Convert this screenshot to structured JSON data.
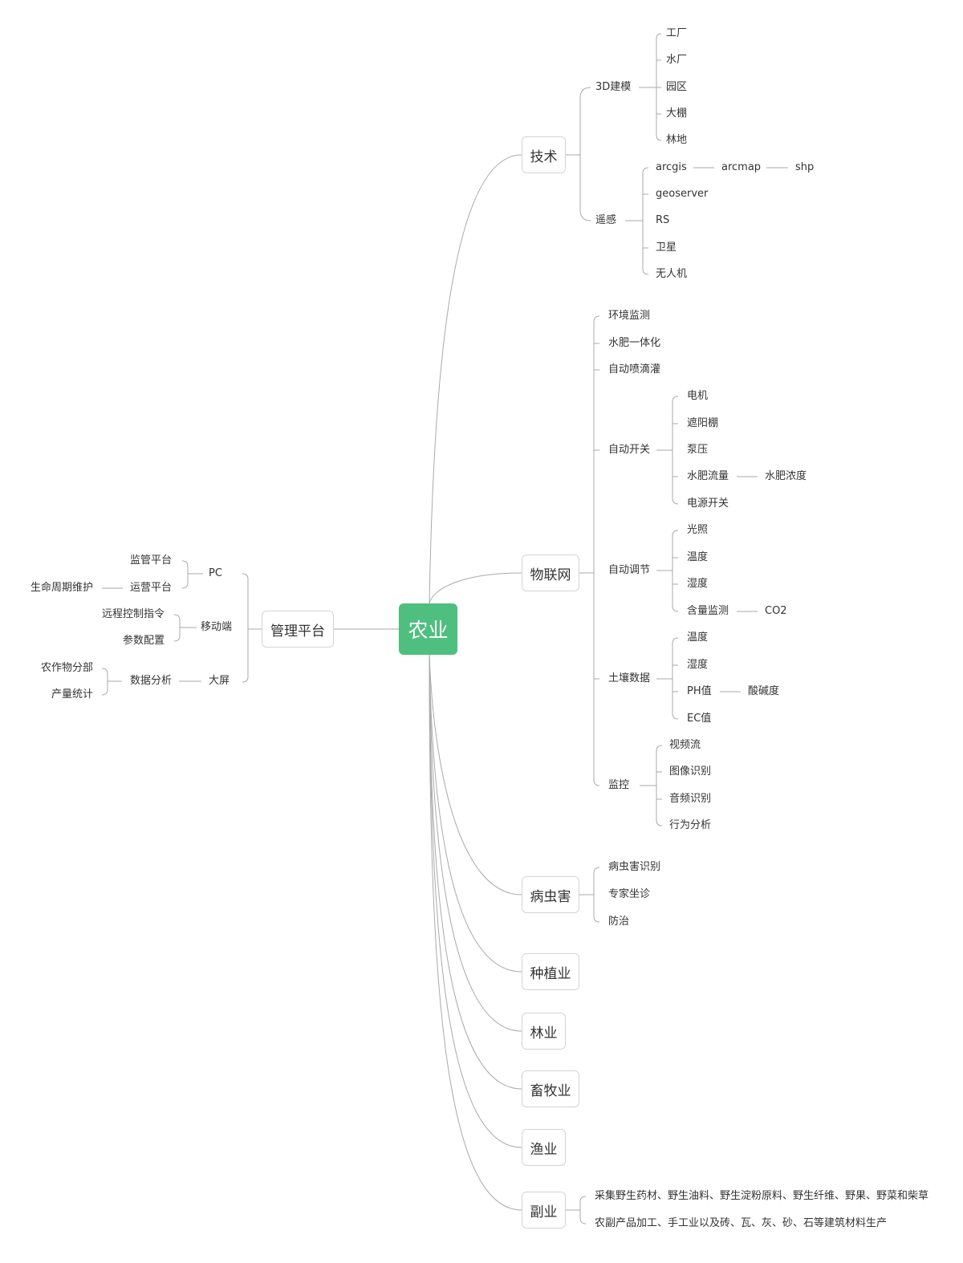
{
  "root": "农业",
  "branches": {
    "tech": {
      "label": "技术",
      "modeling": {
        "label": "3D建模",
        "items": [
          "工厂",
          "水厂",
          "园区",
          "大棚",
          "林地"
        ]
      },
      "remote_sensing": {
        "label": "遥感",
        "items": [
          "arcgis",
          "geoserver",
          "RS",
          "卫星",
          "无人机"
        ],
        "arcgis_chain": [
          "arcmap",
          "shp"
        ]
      }
    },
    "iot": {
      "label": "物联网",
      "items": [
        "环境监测",
        "水肥一体化",
        "自动喷滴灌"
      ],
      "auto_switch": {
        "label": "自动开关",
        "items": [
          "电机",
          "遮阳棚",
          "泵压",
          "水肥流量",
          "电源开关"
        ],
        "flow_child": "水肥浓度"
      },
      "auto_adjust": {
        "label": "自动调节",
        "items": [
          "光照",
          "温度",
          "湿度",
          "含量监测"
        ],
        "content_child": "CO2"
      },
      "soil": {
        "label": "土壤数据",
        "items": [
          "温度",
          "湿度",
          "PH值",
          "EC值"
        ],
        "ph_child": "酸碱度"
      },
      "monitor": {
        "label": "监控",
        "items": [
          "视频流",
          "图像识别",
          "音频识别",
          "行为分析"
        ]
      }
    },
    "pest": {
      "label": "病虫害",
      "items": [
        "病虫害识别",
        "专家坐诊",
        "防治"
      ]
    },
    "planting": {
      "label": "种植业"
    },
    "forestry": {
      "label": "林业"
    },
    "husbandry": {
      "label": "畜牧业"
    },
    "fishery": {
      "label": "渔业"
    },
    "sideline": {
      "label": "副业",
      "items": [
        "采集野生药材、野生油料、野生淀粉原料、野生纤维、野果、野菜和柴草",
        "农副产品加工、手工业以及砖、瓦、灰、砂、石等建筑材料生产"
      ]
    },
    "mgmt": {
      "label": "管理平台",
      "pc": {
        "label": "PC",
        "items": [
          "监管平台",
          "运营平台"
        ],
        "ops_child": "生命周期维护"
      },
      "mobile": {
        "label": "移动端",
        "items": [
          "远程控制指令",
          "参数配置"
        ]
      },
      "screen": {
        "label": "大屏",
        "analysis": "数据分析",
        "items": [
          "农作物分部",
          "产量统计"
        ]
      }
    }
  }
}
